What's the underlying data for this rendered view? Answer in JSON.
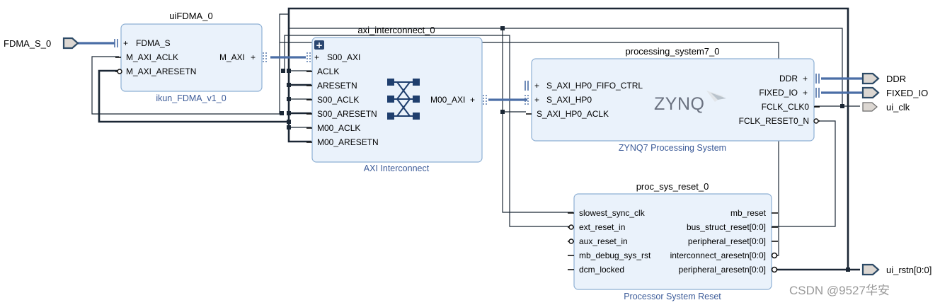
{
  "blocks": {
    "fdma": {
      "instance": "uiFDMA_0",
      "ip": "ikun_FDMA_v1_0",
      "ports": {
        "fdma_s": "FDMA_S",
        "m_axi_aclk": "M_AXI_ACLK",
        "m_axi_aresetn": "M_AXI_ARESETN",
        "m_axi": "M_AXI"
      }
    },
    "axi_ic": {
      "instance": "axi_interconnect_0",
      "ip": "AXI Interconnect",
      "expand": "+",
      "ports": {
        "s00_axi": "S00_AXI",
        "aclk": "ACLK",
        "aresetn": "ARESETN",
        "s00_aclk": "S00_ACLK",
        "s00_aresetn": "S00_ARESETN",
        "m00_aclk": "M00_ACLK",
        "m00_aresetn": "M00_ARESETN",
        "m00_axi": "M00_AXI"
      }
    },
    "ps7": {
      "instance": "processing_system7_0",
      "ip": "ZYNQ7 Processing System",
      "logo": "ZYNQ",
      "ports": {
        "s_axi_hp0_fifo_ctrl": "S_AXI_HP0_FIFO_CTRL",
        "s_axi_hp0": "S_AXI_HP0",
        "s_axi_hp0_aclk": "S_AXI_HP0_ACLK",
        "ddr": "DDR",
        "fixed_io": "FIXED_IO",
        "fclk_clk0": "FCLK_CLK0",
        "fclk_reset0_n": "FCLK_RESET0_N"
      }
    },
    "rst": {
      "instance": "proc_sys_reset_0",
      "ip": "Processor System Reset",
      "ports": {
        "slowest_sync_clk": "slowest_sync_clk",
        "ext_reset_in": "ext_reset_in",
        "aux_reset_in": "aux_reset_in",
        "mb_debug_sys_rst": "mb_debug_sys_rst",
        "dcm_locked": "dcm_locked",
        "mb_reset": "mb_reset",
        "bus_struct_reset": "bus_struct_reset[0:0]",
        "peripheral_reset": "peripheral_reset[0:0]",
        "interconnect_aresetn": "interconnect_aresetn[0:0]",
        "peripheral_aresetn": "peripheral_aresetn[0:0]"
      }
    }
  },
  "external_ports": {
    "fdma_s_0": "FDMA_S_0",
    "ddr": "DDR",
    "fixed_io": "FIXED_IO",
    "ui_clk": "ui_clk",
    "ui_rstn": "ui_rstn[0:0]"
  },
  "plus_sign": "+",
  "watermark": "CSDN @9527华安",
  "colors": {
    "block_fill": "#eaf2fb",
    "block_border": "#8eb0d4",
    "ip_name": "#3d5c99",
    "bus": "#4b6ea6",
    "net": "#1b2735",
    "ext_port_fill": "#dcd7d2"
  }
}
